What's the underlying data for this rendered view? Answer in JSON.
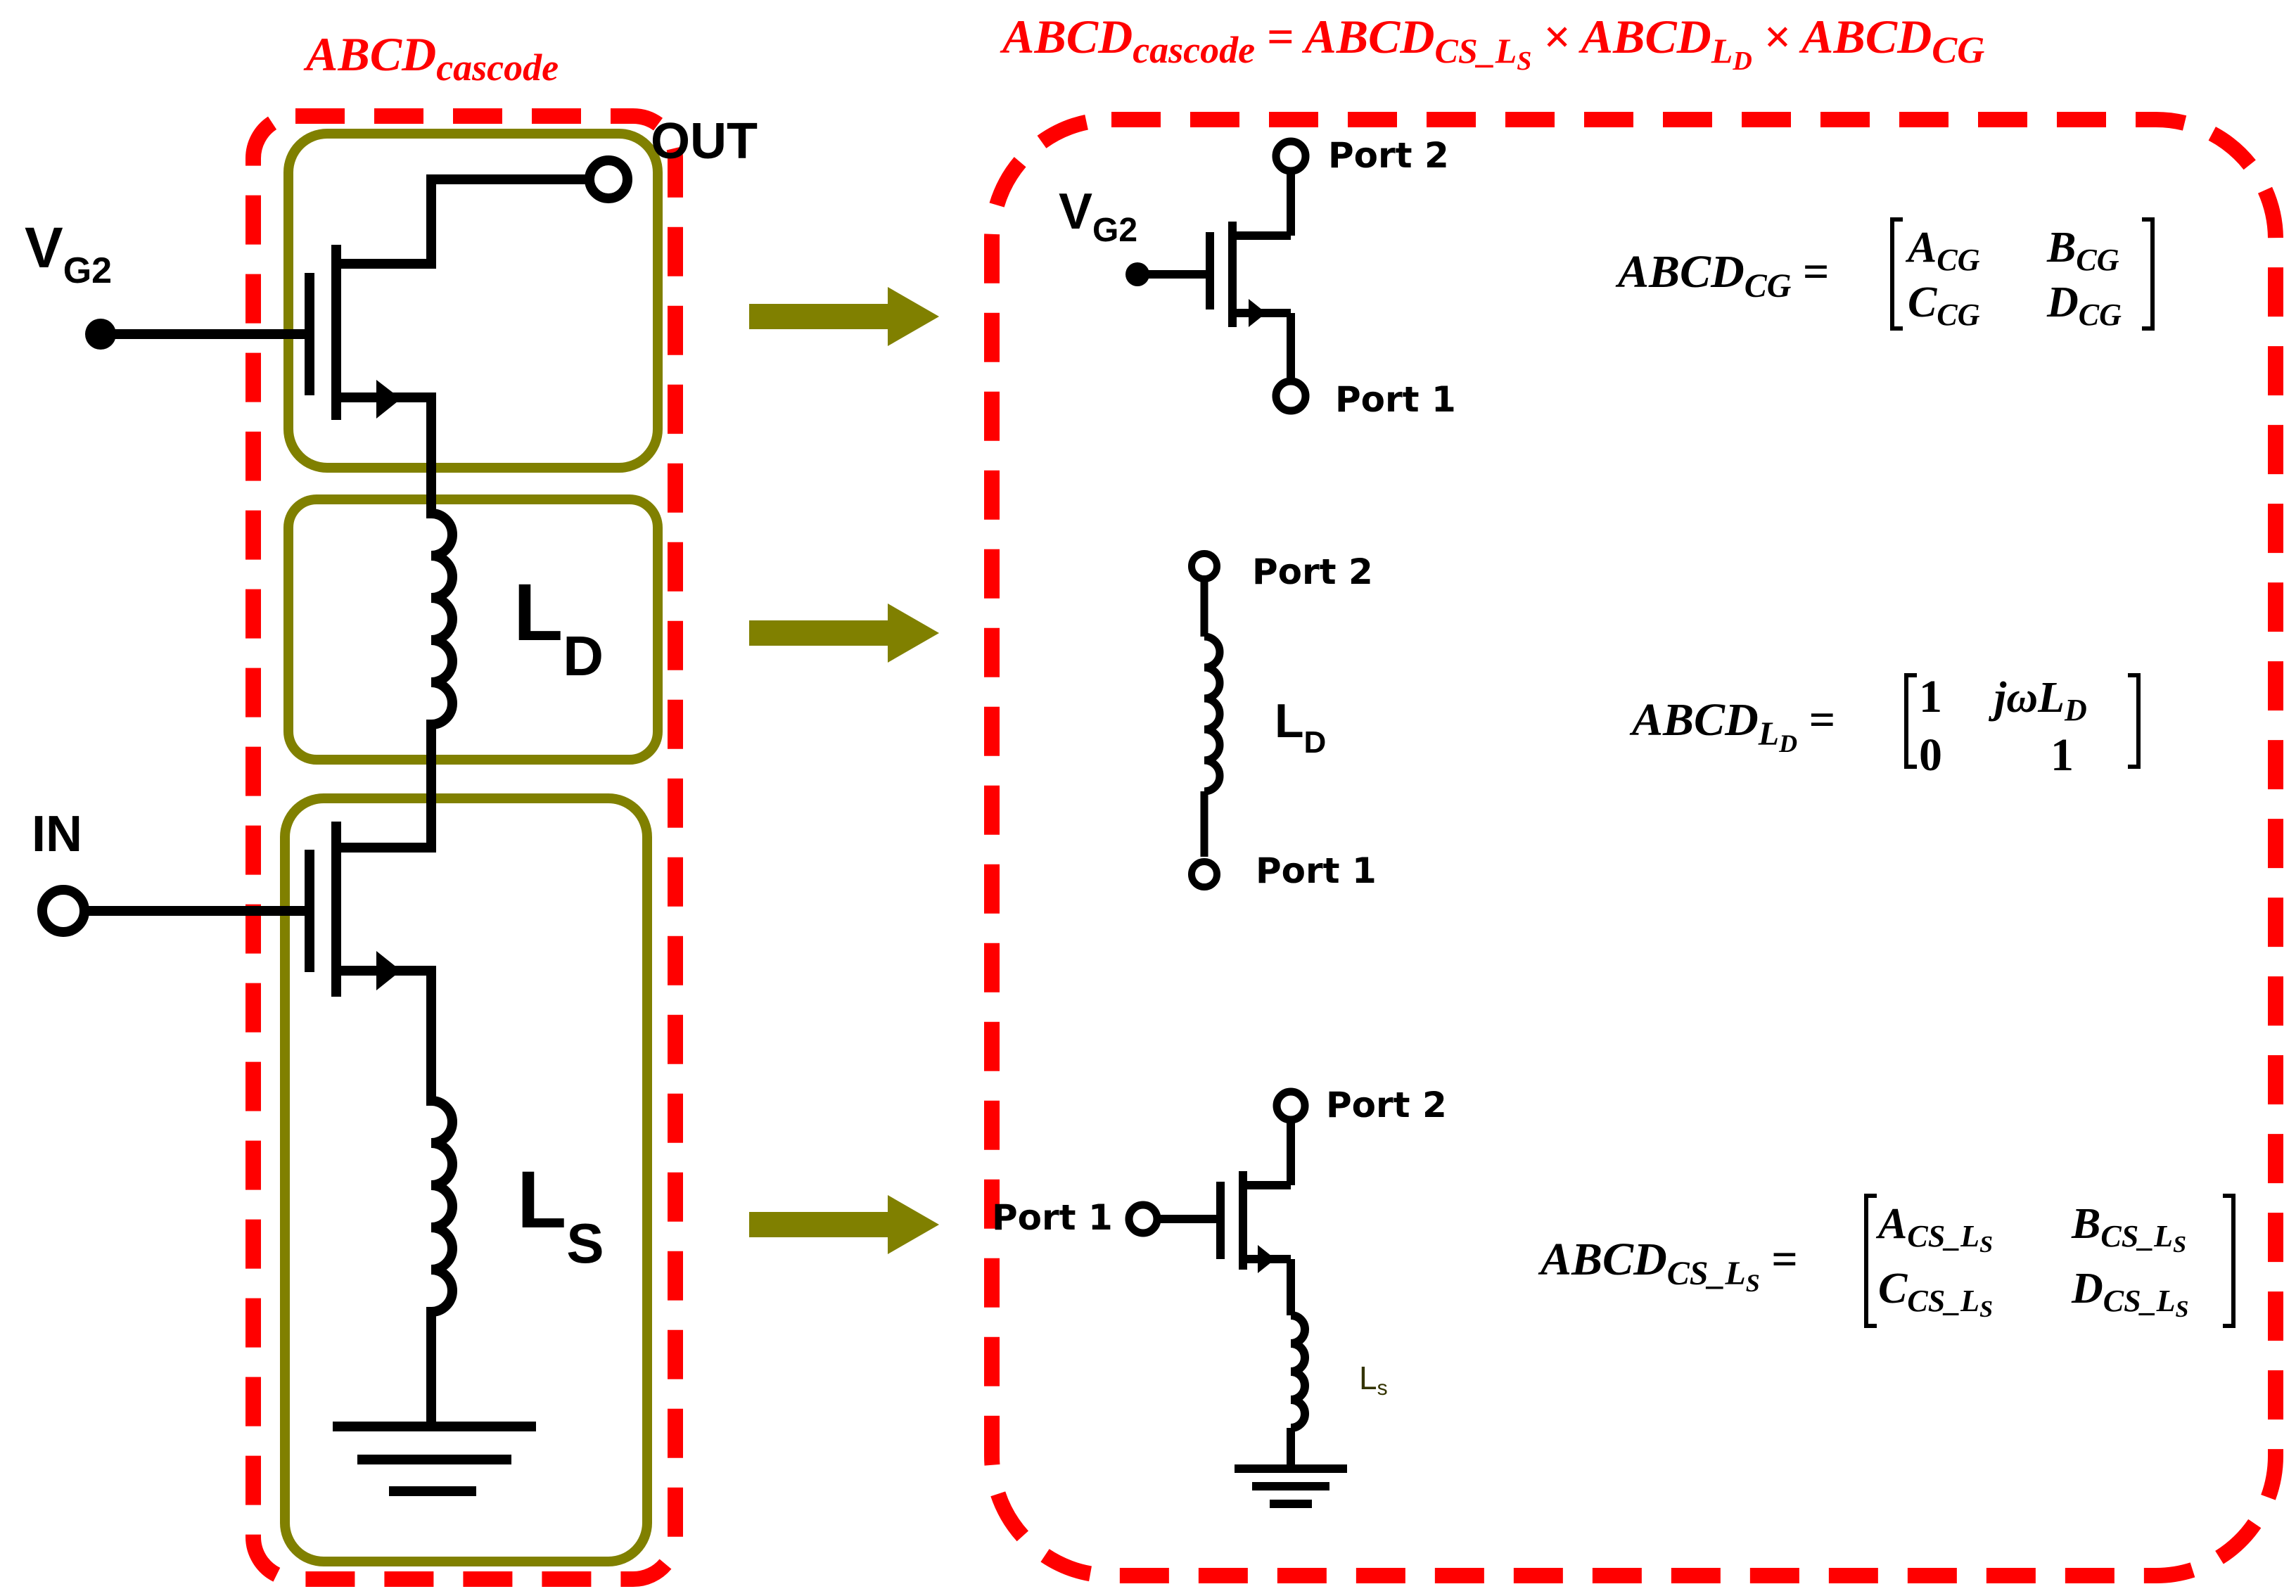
{
  "colors": {
    "dashed_border": "#ff0000",
    "block_outline": "#808000",
    "arrow": "#808000",
    "wire": "#000000",
    "label_red": "#ff0000"
  },
  "left": {
    "title": {
      "base": "ABCD",
      "sub": "cascode"
    },
    "out_label": "OUT",
    "vg2_label": {
      "base": "V",
      "sub": "G2"
    },
    "in_label": "IN",
    "ld_label": {
      "base": "L",
      "sub": "D"
    },
    "ls_label": {
      "base": "L",
      "sub": "S"
    }
  },
  "right": {
    "equation": {
      "lhs": {
        "base": "ABCD",
        "sub": "cascode"
      },
      "eq": "=",
      "t1": {
        "base": "ABCD",
        "sub": "CS_L",
        "subsub": "S"
      },
      "times": "×",
      "t2": {
        "base": "ABCD",
        "sub": "L",
        "subsub": "D"
      },
      "t3": {
        "base": "ABCD",
        "sub": "CG"
      }
    },
    "cg": {
      "vg2_label": {
        "base": "V",
        "sub": "G2"
      },
      "port2": "Port 2",
      "port1": "Port 1",
      "matrix_lhs": {
        "base": "ABCD",
        "sub": "CG"
      },
      "m11": {
        "base": "A",
        "sub": "CG"
      },
      "m12": {
        "base": "B",
        "sub": "CG"
      },
      "m21": {
        "base": "C",
        "sub": "CG"
      },
      "m22": {
        "base": "D",
        "sub": "CG"
      }
    },
    "ld": {
      "port2": "Port 2",
      "port1": "Port 1",
      "label": {
        "base": "L",
        "sub": "D"
      },
      "matrix_lhs": {
        "base": "ABCD",
        "sub": "L",
        "subsub": "D"
      },
      "m11": "1",
      "m12": {
        "pre": "jω",
        "base": "L",
        "sub": "D"
      },
      "m21": "0",
      "m22": "1"
    },
    "cs": {
      "port2": "Port 2",
      "port1": "Port 1",
      "label": {
        "base": "L",
        "sub": "s"
      },
      "matrix_lhs": {
        "base": "ABCD",
        "sub": "CS_L",
        "subsub": "S"
      },
      "m11": {
        "base": "A",
        "sub": "CS_L",
        "subsub": "S"
      },
      "m12": {
        "base": "B",
        "sub": "CS_L",
        "subsub": "S"
      },
      "m21": {
        "base": "C",
        "sub": "CS_L",
        "subsub": "S"
      },
      "m22": {
        "base": "D",
        "sub": "CS_L",
        "subsub": "S"
      }
    }
  }
}
